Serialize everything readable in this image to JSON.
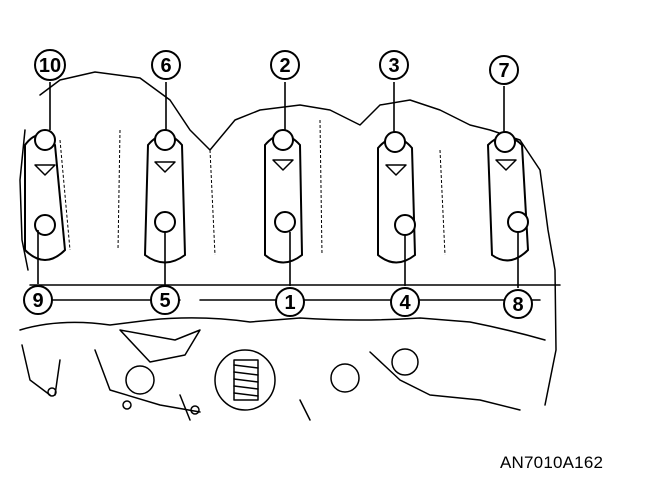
{
  "figure_code": "AN7010A162",
  "sequence_labels": [
    "10",
    "6",
    "2",
    "3",
    "7",
    "9",
    "5",
    "1",
    "4",
    "8"
  ]
}
